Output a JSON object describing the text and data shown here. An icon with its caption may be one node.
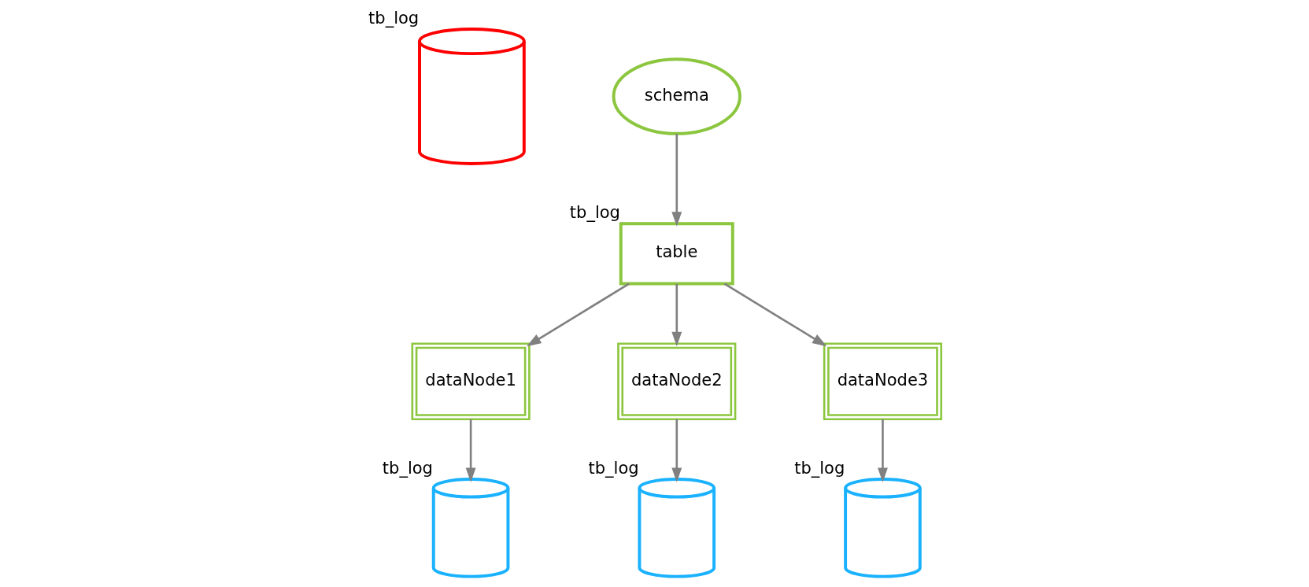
{
  "diagram": {
    "nodes": [
      {
        "text": [],
        "shape": "cylinder",
        "beside": [
          "tb_log"
        ]
      },
      {
        "text": [
          "schema"
        ]
      },
      {
        "text": [
          "table"
        ],
        "beside": [
          "tb_log"
        ]
      },
      {
        "text": [
          "dataNode1"
        ]
      },
      {
        "text": [
          "dataNode2"
        ]
      },
      {
        "text": [
          "dataNode3"
        ]
      },
      {
        "text": [],
        "shape": "cylinder",
        "beside": [
          "tb_log"
        ]
      },
      {
        "text": [],
        "shape": "cylinder",
        "beside": [
          "tb_log"
        ]
      },
      {
        "text": [],
        "shape": "cylinder",
        "beside": [
          "tb_log"
        ]
      }
    ],
    "edges": [
      {
        "from": 1,
        "to": 2,
        "arrow": "to"
      },
      {
        "from": 2,
        "to": 3,
        "arrow": "to"
      },
      {
        "from": 2,
        "to": 4,
        "arrow": "to"
      },
      {
        "from": 2,
        "to": 5,
        "arrow": "to"
      },
      {
        "from": 3,
        "to": 6,
        "arrow": "to"
      },
      {
        "from": 4,
        "to": 7,
        "arrow": "to"
      },
      {
        "from": 5,
        "to": 8,
        "arrow": "to"
      }
    ]
  }
}
